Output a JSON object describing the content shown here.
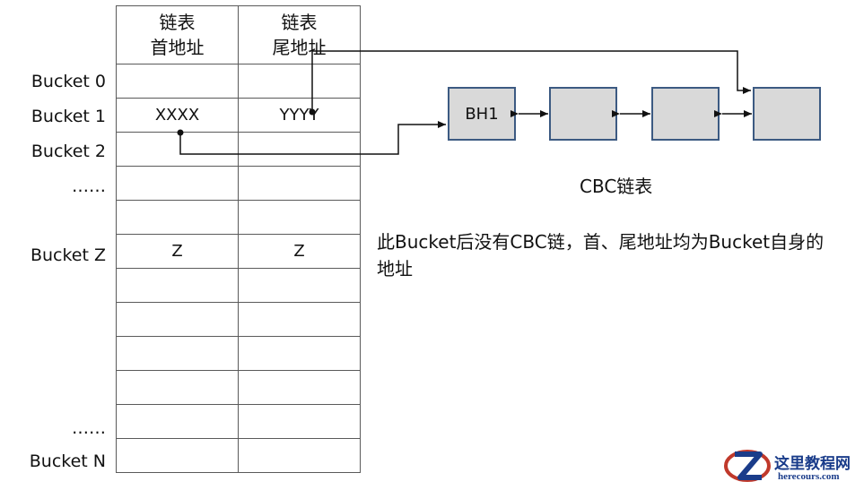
{
  "table": {
    "header_first": "链表\n首地址",
    "header_tail": "链表\n尾地址",
    "rows": [
      {
        "label": "Bucket 0",
        "first": "",
        "tail": ""
      },
      {
        "label": "Bucket 1",
        "first": "XXXX",
        "tail": "YYYY"
      },
      {
        "label": "Bucket 2",
        "first": "",
        "tail": ""
      },
      {
        "label": "……",
        "first": "",
        "tail": ""
      },
      {
        "label": "",
        "first": "",
        "tail": ""
      },
      {
        "label": "Bucket Z",
        "first": "Z",
        "tail": "Z"
      },
      {
        "label": "",
        "first": "",
        "tail": ""
      },
      {
        "label": "",
        "first": "",
        "tail": ""
      },
      {
        "label": "",
        "first": "",
        "tail": ""
      },
      {
        "label": "",
        "first": "",
        "tail": ""
      },
      {
        "label": "……",
        "first": "",
        "tail": ""
      },
      {
        "label": "Bucket N",
        "first": "",
        "tail": ""
      }
    ]
  },
  "chain": {
    "blocks": [
      "BH1",
      "",
      "",
      ""
    ],
    "caption": "CBC链表"
  },
  "note": "此Bucket后没有CBC链，首、尾地址均为Bucket自身的地址",
  "watermark": {
    "title": "这里教程网",
    "url": "herecours.com"
  }
}
